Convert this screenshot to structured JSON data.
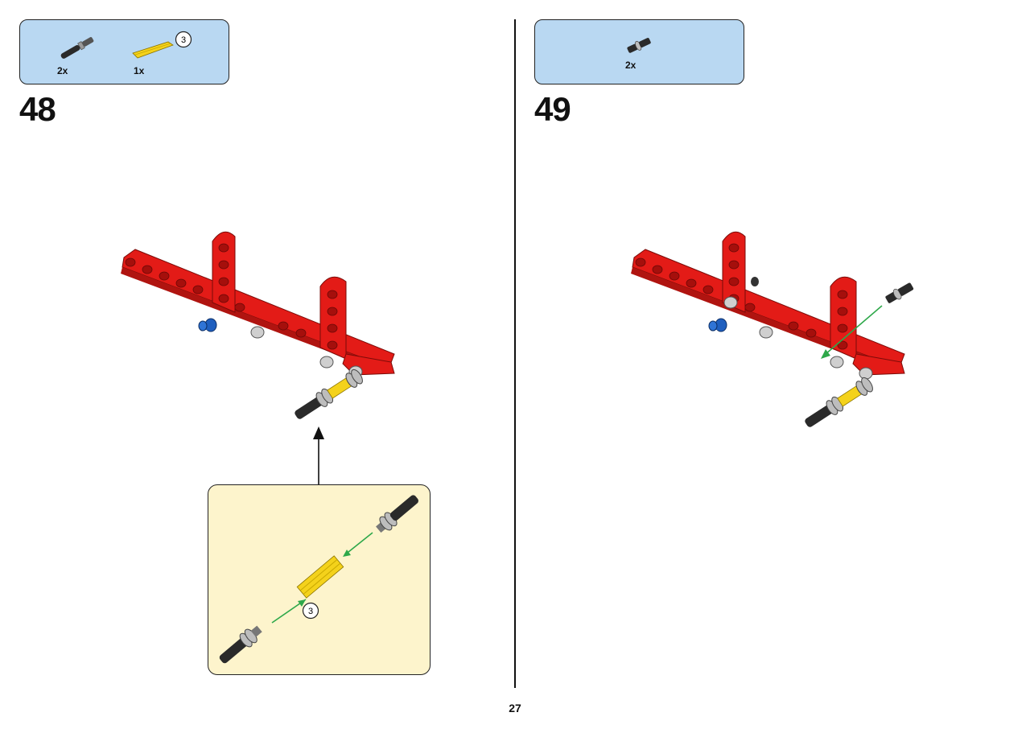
{
  "page_number": "27",
  "steps": [
    {
      "number": "48",
      "parts": [
        {
          "icon": "axle-pin-icon",
          "qty": "2x"
        },
        {
          "icon": "yellow-axle-icon",
          "qty": "1x",
          "length_callout": "3"
        }
      ],
      "callout": {
        "length_callout": "3"
      }
    },
    {
      "number": "49",
      "parts": [
        {
          "icon": "connector-pin-icon",
          "qty": "2x"
        }
      ]
    }
  ],
  "colors": {
    "parts_box": "#b9d8f2",
    "callout_box": "#fdf4cc",
    "beam_red": "#e31b17",
    "axle_yellow": "#f4d21b",
    "pin_blue": "#1f5fbf",
    "arrow_green": "#2ea84a"
  }
}
